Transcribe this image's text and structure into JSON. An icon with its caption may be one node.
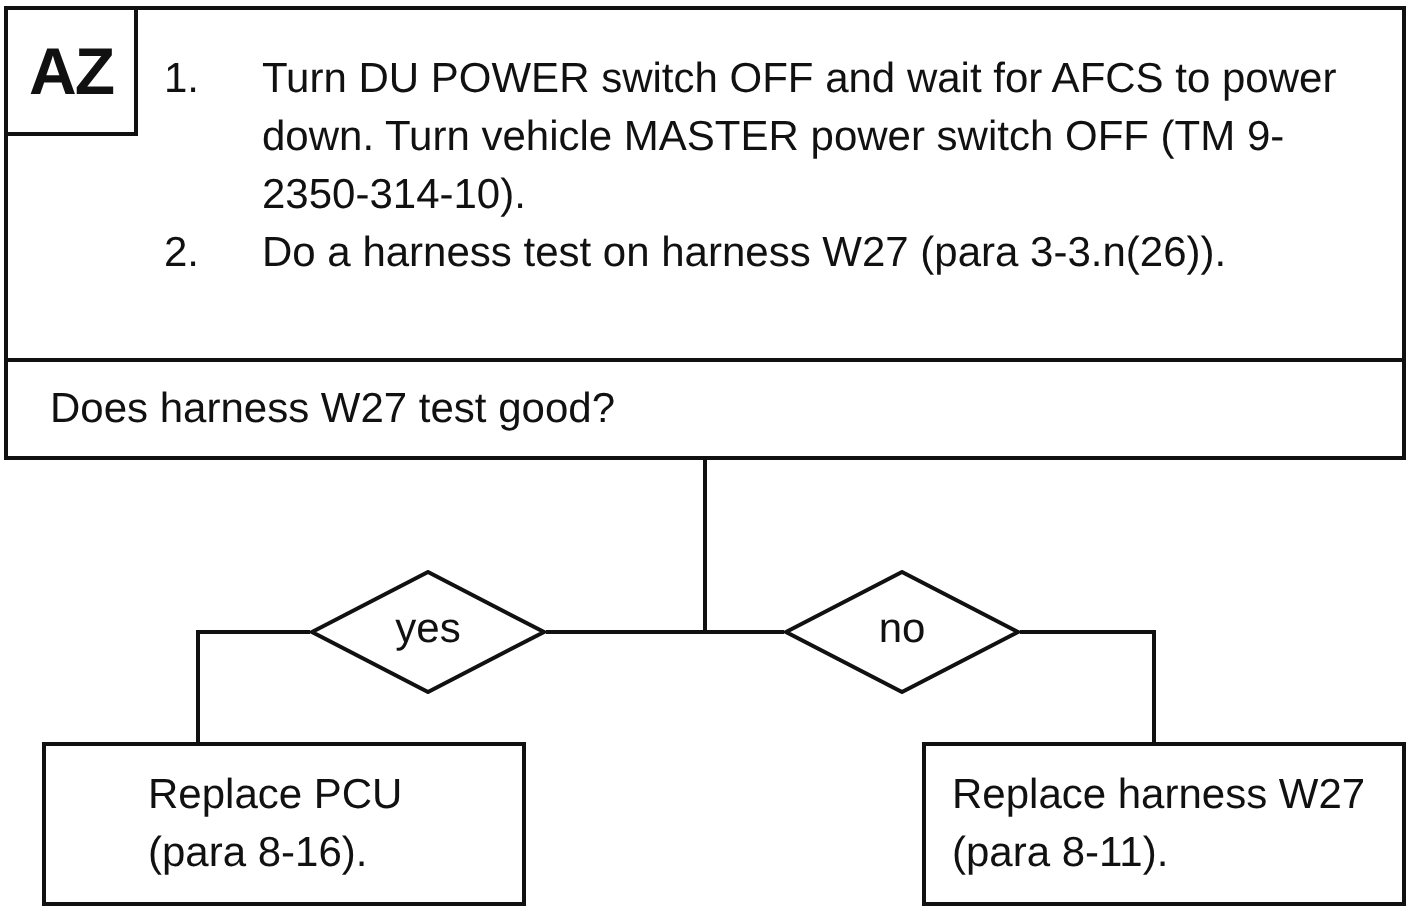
{
  "diagram": {
    "nodes": [
      {
        "text": [
          "AZ",
          "1. Turn DU POWER switch OFF and wait for AFCS to power down. Turn vehicle MASTER power switch OFF (TM 9-2350-314-10).",
          "2. Do a harness test on harness W27 (para 3-3.n(26))."
        ]
      },
      {
        "text": [
          "Does harness W27 test good?"
        ]
      },
      {
        "text": [
          "yes"
        ]
      },
      {
        "text": [
          "no"
        ]
      },
      {
        "text": [
          "Replace PCU (para 8-16)."
        ]
      },
      {
        "text": [
          "Replace harness W27 (para 8-11)."
        ]
      }
    ],
    "edges": [
      {
        "from": 1,
        "to": 2,
        "arrow": "none"
      },
      {
        "from": 1,
        "to": 3,
        "arrow": "none"
      },
      {
        "from": 2,
        "to": 4,
        "arrow": "none"
      },
      {
        "from": 3,
        "to": 5,
        "arrow": "none"
      }
    ]
  }
}
